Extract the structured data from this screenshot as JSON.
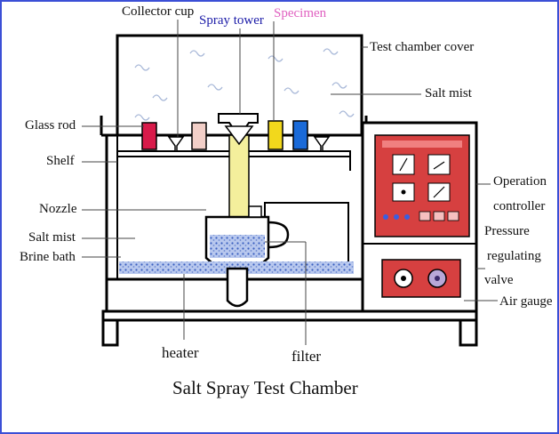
{
  "diagram": {
    "title": "Salt Spray Test Chamber",
    "labels": {
      "collector_cup": "Collector cup",
      "spray_tower": "Spray tower",
      "specimen": "Specimen",
      "test_chamber_cover": "Test chamber cover",
      "salt_mist_top": "Salt mist",
      "glass_rod": "Glass rod",
      "shelf": "Shelf",
      "nozzle": "Nozzle",
      "salt_mist_left": "Salt mist",
      "brine_bath": "Brine bath",
      "operation": "Operation",
      "controller": "controller",
      "pressure": "Pressure",
      "regulating": "regulating",
      "valve": "valve",
      "air_gauge": "Air gauge",
      "heater": "heater",
      "filter": "filter"
    },
    "colors": {
      "frame_border": "#3b4fd6",
      "spray_tower_label": "#1c1ca8",
      "specimen_label": "#e060c0",
      "control_panel": "#d64040",
      "brine": "#8fa8e0",
      "spray_tube": "#f4ef9c",
      "specimen_red": "#d81a4a",
      "specimen_pink": "#f2cfc8",
      "specimen_yellow": "#f2d81c",
      "specimen_blue": "#1a6ad8",
      "mist": "#a8b8d8"
    }
  }
}
